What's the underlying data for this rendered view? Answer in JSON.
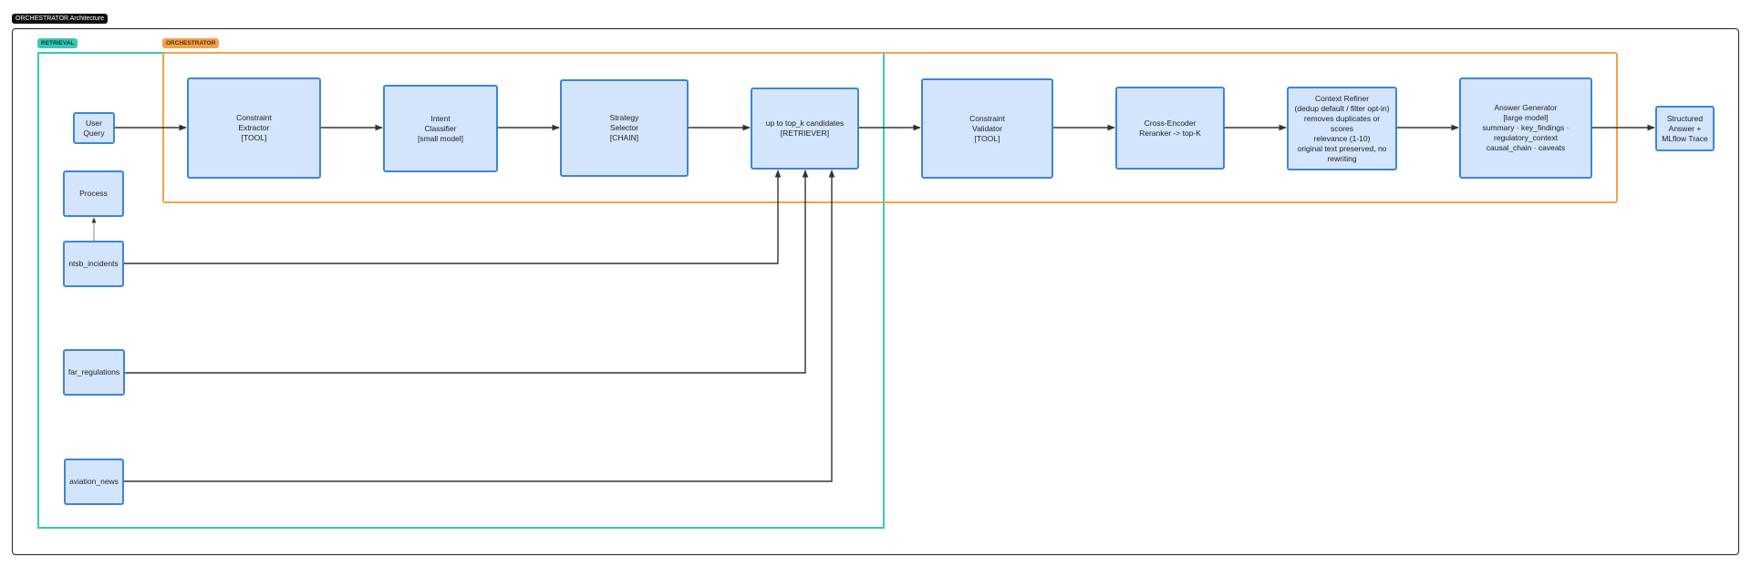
{
  "diagram_title": "ORCHESTRATOR Architecture",
  "colors": {
    "node_fill": "#d3e4fc",
    "node_border": "#3d86d6",
    "retrieval_accent": "#37c9b7",
    "orchestrator_accent": "#f0a34a",
    "edge": "#333333"
  },
  "groups": {
    "retrieval": "RETRIEVAL",
    "orchestrator": "ORCHESTRATOR"
  },
  "nodes": {
    "user_query": "User\nQuery",
    "process": "Process",
    "ntsb_incidents": "ntsb_incidents",
    "far_regulations": "far_regulations",
    "aviation_news": "aviation_news",
    "constraint_extractor": "Constraint\nExtractor\n[TOOL]",
    "intent_classifier": "Intent\nClassifier\n[small model]",
    "strategy_selector": "Strategy\nSelector\n[CHAIN]",
    "retriever": "up to top_k candidates\n[RETRIEVER]",
    "constraint_validator": "Constraint\nValidator\n[TOOL]",
    "reranker": "Cross-Encoder\nReranker -> top-K",
    "context_refiner": "Context Refiner\n(dedup default / filter opt-in)\nremoves duplicates or scores\nrelevance (1-10)\noriginal text preserved, no\nrewriting",
    "answer_generator": "Answer Generator\n[large model]\nsummary · key_findings ·\nregulatory_context\ncausal_chain · caveats",
    "structured_answer": "Structured\nAnswer +\nMLflow Trace"
  },
  "edges": [
    [
      "user_query",
      "constraint_extractor"
    ],
    [
      "constraint_extractor",
      "intent_classifier"
    ],
    [
      "intent_classifier",
      "strategy_selector"
    ],
    [
      "strategy_selector",
      "retriever"
    ],
    [
      "retriever",
      "constraint_validator"
    ],
    [
      "constraint_validator",
      "reranker"
    ],
    [
      "reranker",
      "context_refiner"
    ],
    [
      "context_refiner",
      "answer_generator"
    ],
    [
      "answer_generator",
      "structured_answer"
    ],
    [
      "ntsb_incidents",
      "process"
    ],
    [
      "ntsb_incidents",
      "retriever"
    ],
    [
      "far_regulations",
      "retriever"
    ],
    [
      "aviation_news",
      "retriever"
    ]
  ]
}
